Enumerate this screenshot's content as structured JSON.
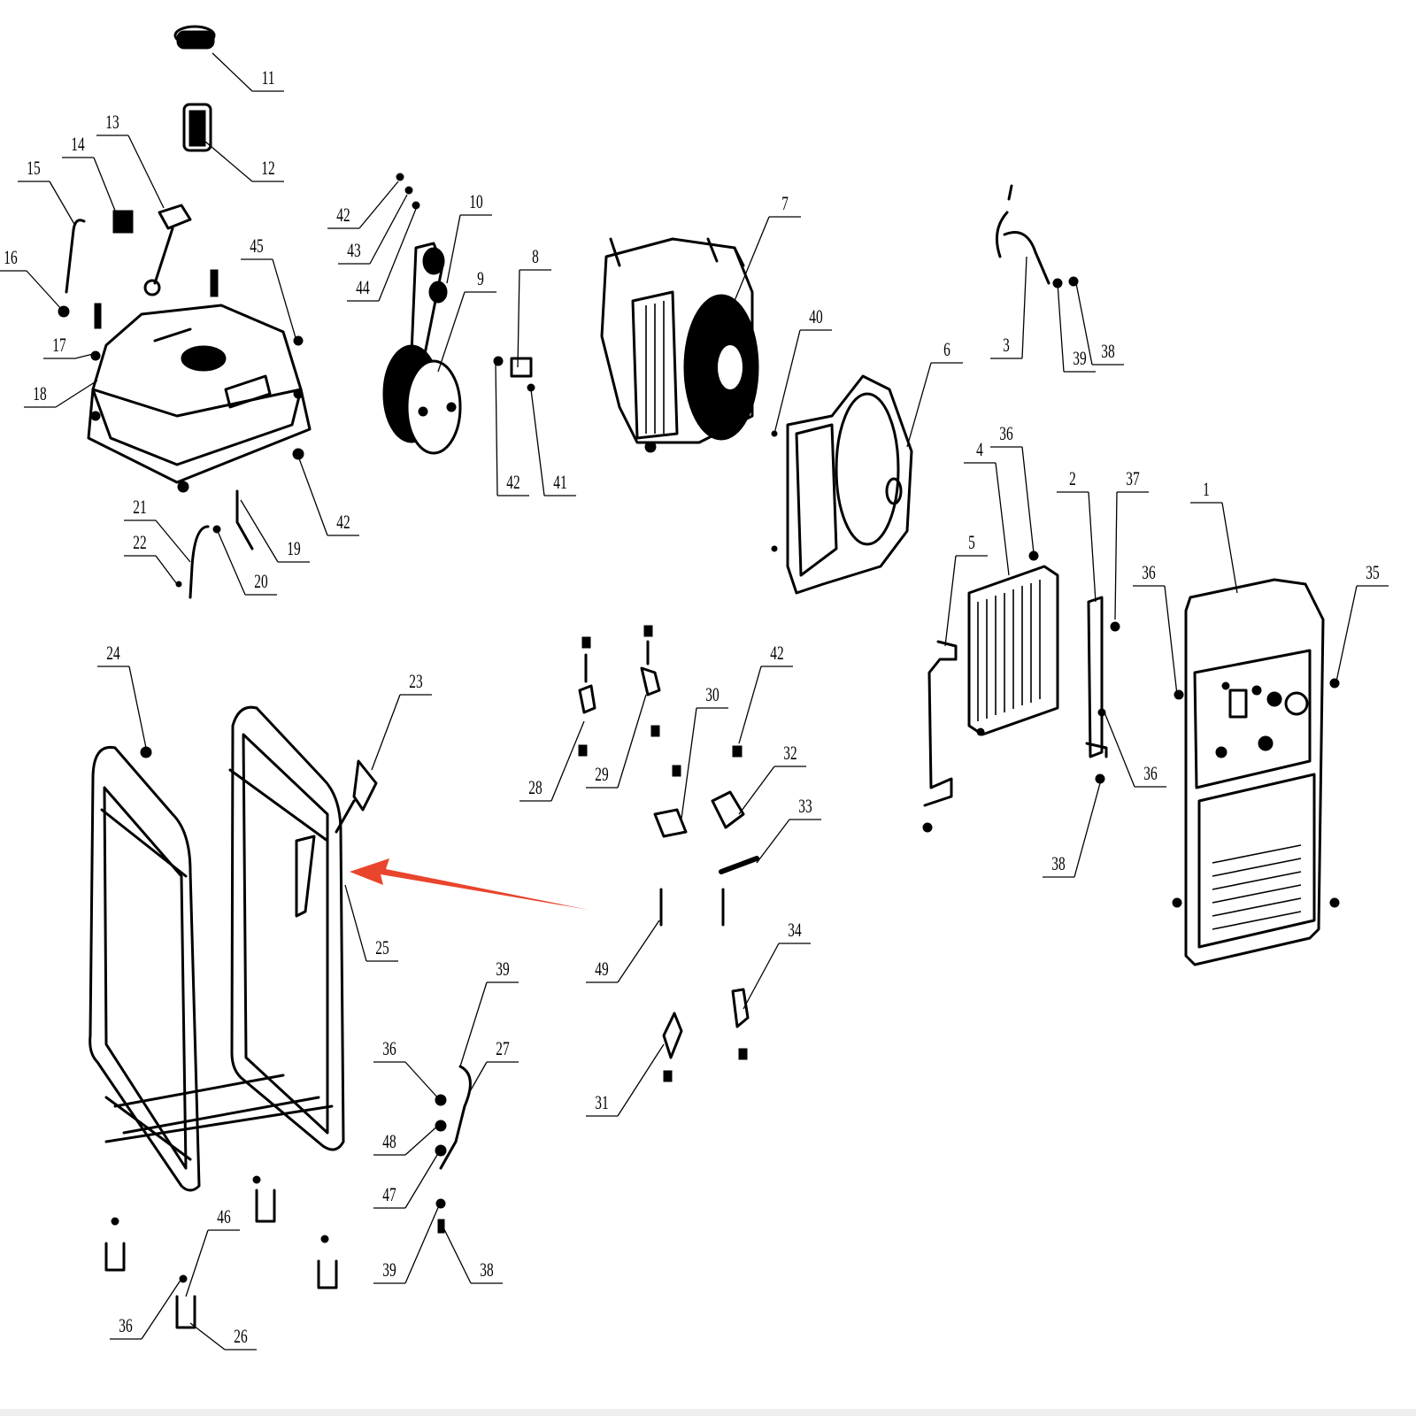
{
  "diagram": {
    "title": "Generator exploded parts diagram",
    "arrow_color": "#e8452c",
    "callouts": [
      "11",
      "12",
      "13",
      "14",
      "15",
      "16",
      "17",
      "18",
      "45",
      "42",
      "21",
      "22",
      "20",
      "19",
      "42",
      "43",
      "44",
      "10",
      "9",
      "8",
      "42",
      "41",
      "7",
      "40",
      "6",
      "3",
      "39",
      "38",
      "4",
      "36",
      "2",
      "37",
      "1",
      "5",
      "36",
      "35",
      "36",
      "38",
      "24",
      "23",
      "25",
      "28",
      "29",
      "30",
      "42",
      "32",
      "33",
      "49",
      "34",
      "31",
      "39",
      "27",
      "36",
      "48",
      "47",
      "39",
      "38",
      "46",
      "36",
      "26"
    ]
  }
}
